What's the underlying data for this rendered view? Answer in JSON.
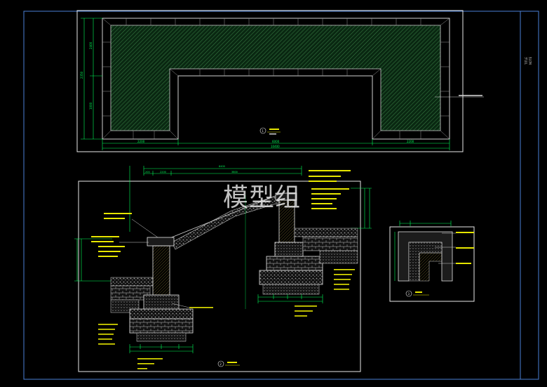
{
  "drawing": {
    "watermark": "模型组",
    "colors": {
      "background": "#000000",
      "frame": "#4a7fd6",
      "panel_border": "#e8e8e8",
      "dimension": "#00ff5a",
      "hatch": "#2e6b3a",
      "note": "#d0d0d0",
      "label_yellow": "#e6e600",
      "material": "#cfcfcf"
    },
    "plan": {
      "label_number": "1",
      "dims_left": [
        "2400",
        "2350",
        "1000"
      ],
      "dims_bottom": [
        "2200",
        "6000",
        "2200"
      ],
      "dim_bottom_total": "10400"
    },
    "section": {
      "label_number": "2",
      "dims_top": [
        "200",
        "2200",
        "3800"
      ],
      "dim_top_total": "6400"
    },
    "detail": {
      "label_number": "3"
    },
    "title_block": {
      "lines": [
        "TITLE",
        "NOTE"
      ]
    }
  }
}
